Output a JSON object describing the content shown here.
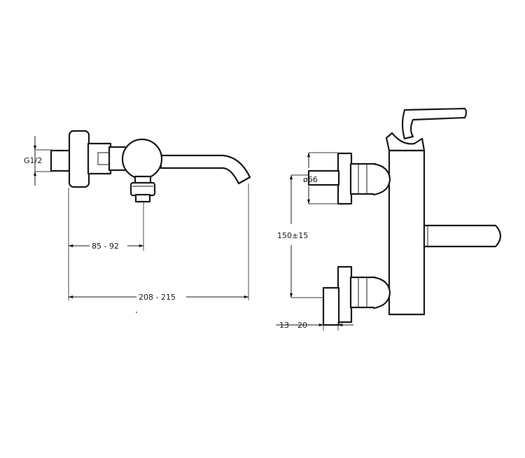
{
  "left_view": {
    "g_label": "G1/2",
    "dim_inner": "85 - 92",
    "dim_outer": "208 - 215"
  },
  "right_view": {
    "diameter": "ø66",
    "height": "150±15",
    "dim_a": "13",
    "dim_b": "20"
  }
}
